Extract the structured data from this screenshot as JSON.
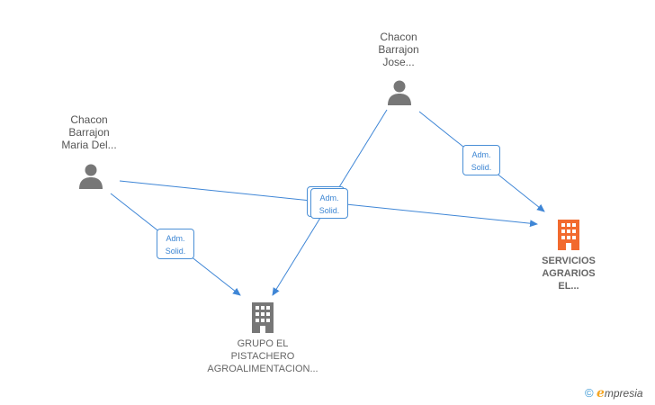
{
  "nodes": {
    "person_jose": {
      "label": [
        "Chacon",
        "Barrajon",
        "Jose..."
      ],
      "type": "person"
    },
    "person_maria": {
      "label": [
        "Chacon",
        "Barrajon",
        "Maria Del..."
      ],
      "type": "person"
    },
    "company_servicios": {
      "label": [
        "SERVICIOS",
        "AGRARIOS",
        "EL..."
      ],
      "type": "company",
      "color": "#f26a2e"
    },
    "company_grupo": {
      "label": [
        "GRUPO EL",
        "PISTACHERO",
        "AGROALIMENTACION..."
      ],
      "type": "company",
      "color": "#777777"
    }
  },
  "edges": [
    {
      "from": "person_jose",
      "to": "company_servicios",
      "role": [
        "Adm.",
        "Solid."
      ]
    },
    {
      "from": "person_jose",
      "to": "company_grupo",
      "role": [
        "Adm.",
        "Solid."
      ]
    },
    {
      "from": "person_maria",
      "to": "company_servicios",
      "role": [
        "Adm.",
        "Solid."
      ]
    },
    {
      "from": "person_maria",
      "to": "company_grupo",
      "role": [
        "Adm.",
        "Solid."
      ]
    }
  ],
  "colors": {
    "edge": "#3f86d6",
    "person_icon": "#777777",
    "highlight_company": "#f26a2e",
    "company": "#777777"
  },
  "brand": {
    "copyright": "©",
    "e": "e",
    "rest": "mpresia"
  }
}
